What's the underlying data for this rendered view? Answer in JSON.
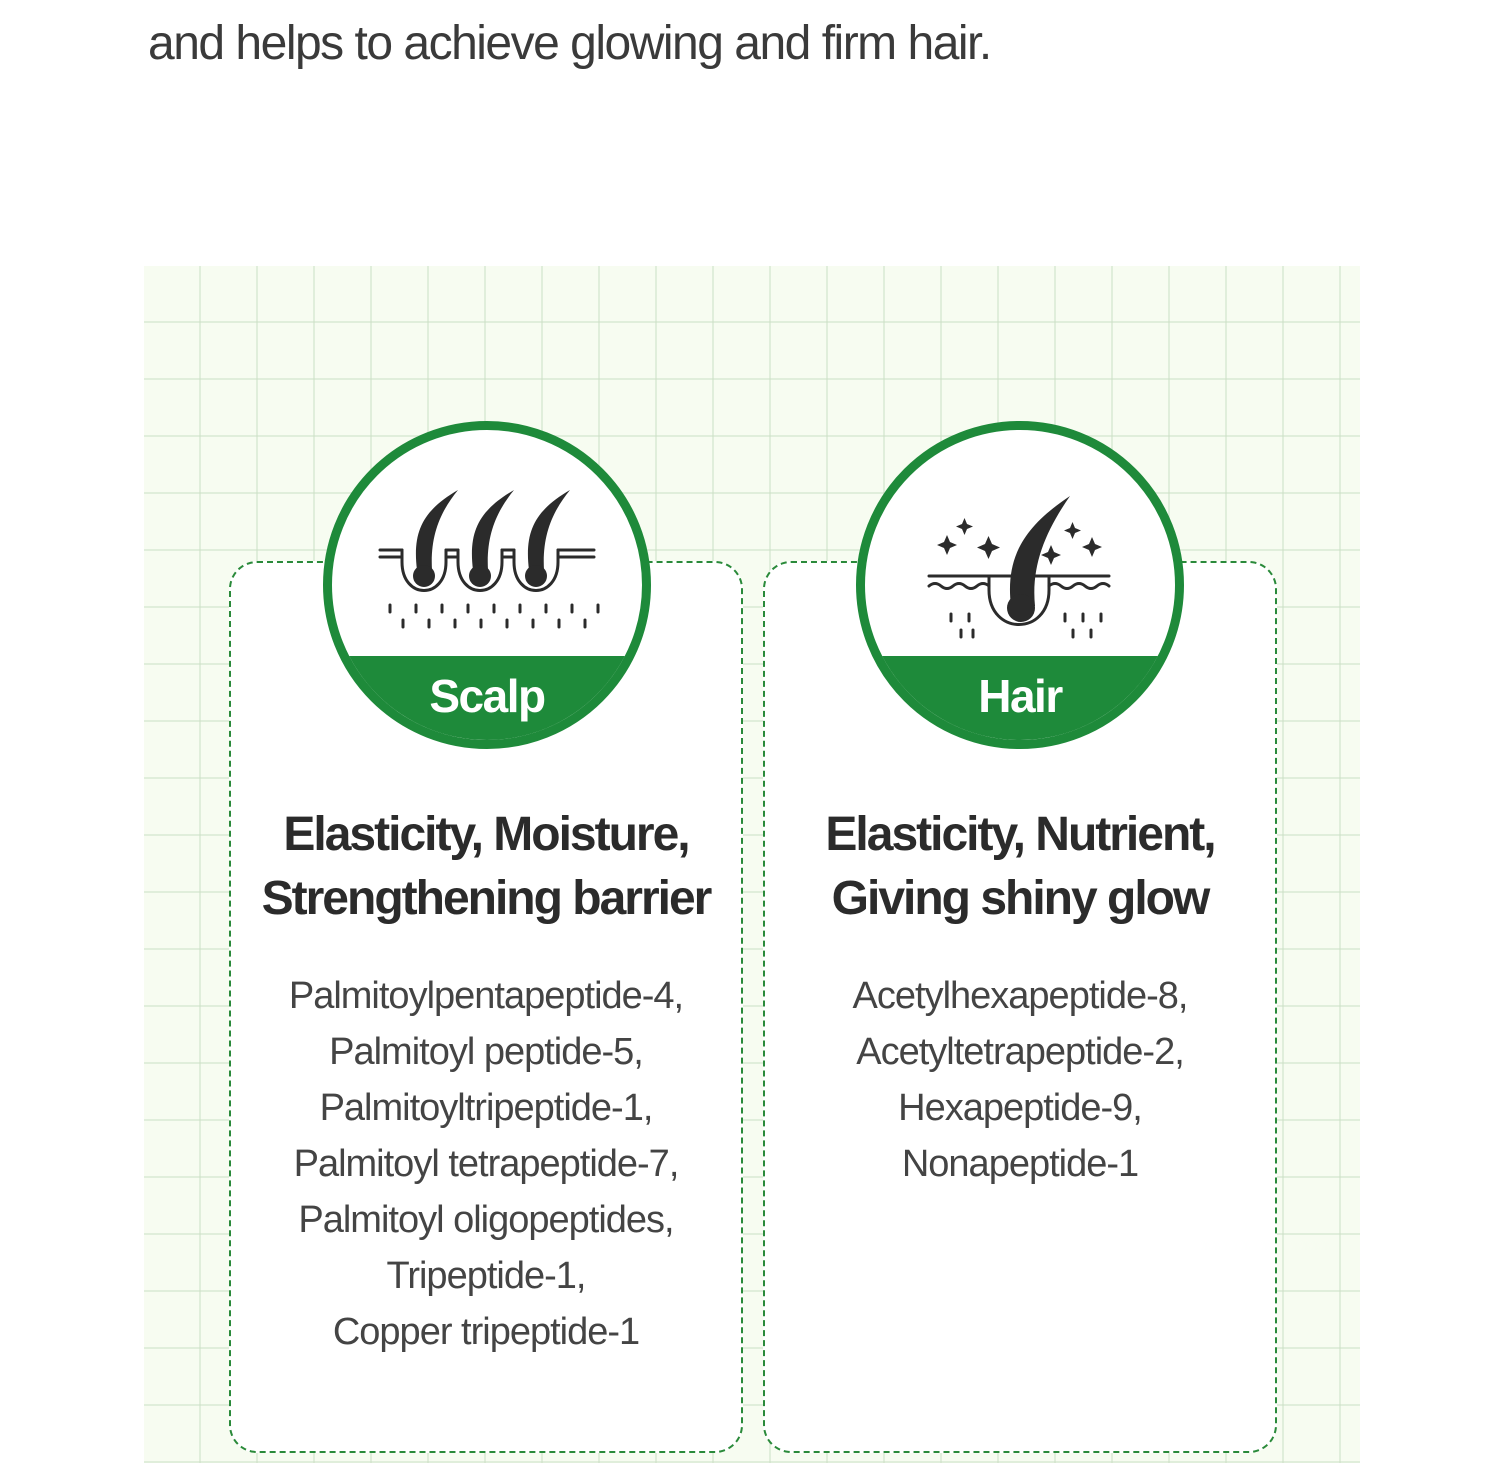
{
  "intro": {
    "text": "and helps to achieve glowing and firm hair."
  },
  "colors": {
    "accent_green": "#1e8a3a",
    "dashed_border": "#2a8a3a",
    "grid_background": "#f7fcf1"
  },
  "cards": [
    {
      "badge_label": "Scalp",
      "badge_icon": "scalp-follicles-icon",
      "title_lines": [
        "Elasticity, Moisture,",
        "Strengthening barrier"
      ],
      "ingredients": [
        "Palmitoylpentapeptide-4,",
        "Palmitoyl peptide-5,",
        "Palmitoyltripeptide-1,",
        "Palmitoyl tetrapeptide-7,",
        "Palmitoyl oligopeptides,",
        "Tripeptide-1,",
        "Copper tripeptide-1"
      ]
    },
    {
      "badge_label": "Hair",
      "badge_icon": "shiny-hair-icon",
      "title_lines": [
        "Elasticity, Nutrient,",
        "Giving shiny glow"
      ],
      "ingredients": [
        "Acetylhexapeptide-8,",
        "Acetyltetrapeptide-2,",
        "Hexapeptide-9,",
        "Nonapeptide-1"
      ]
    }
  ]
}
